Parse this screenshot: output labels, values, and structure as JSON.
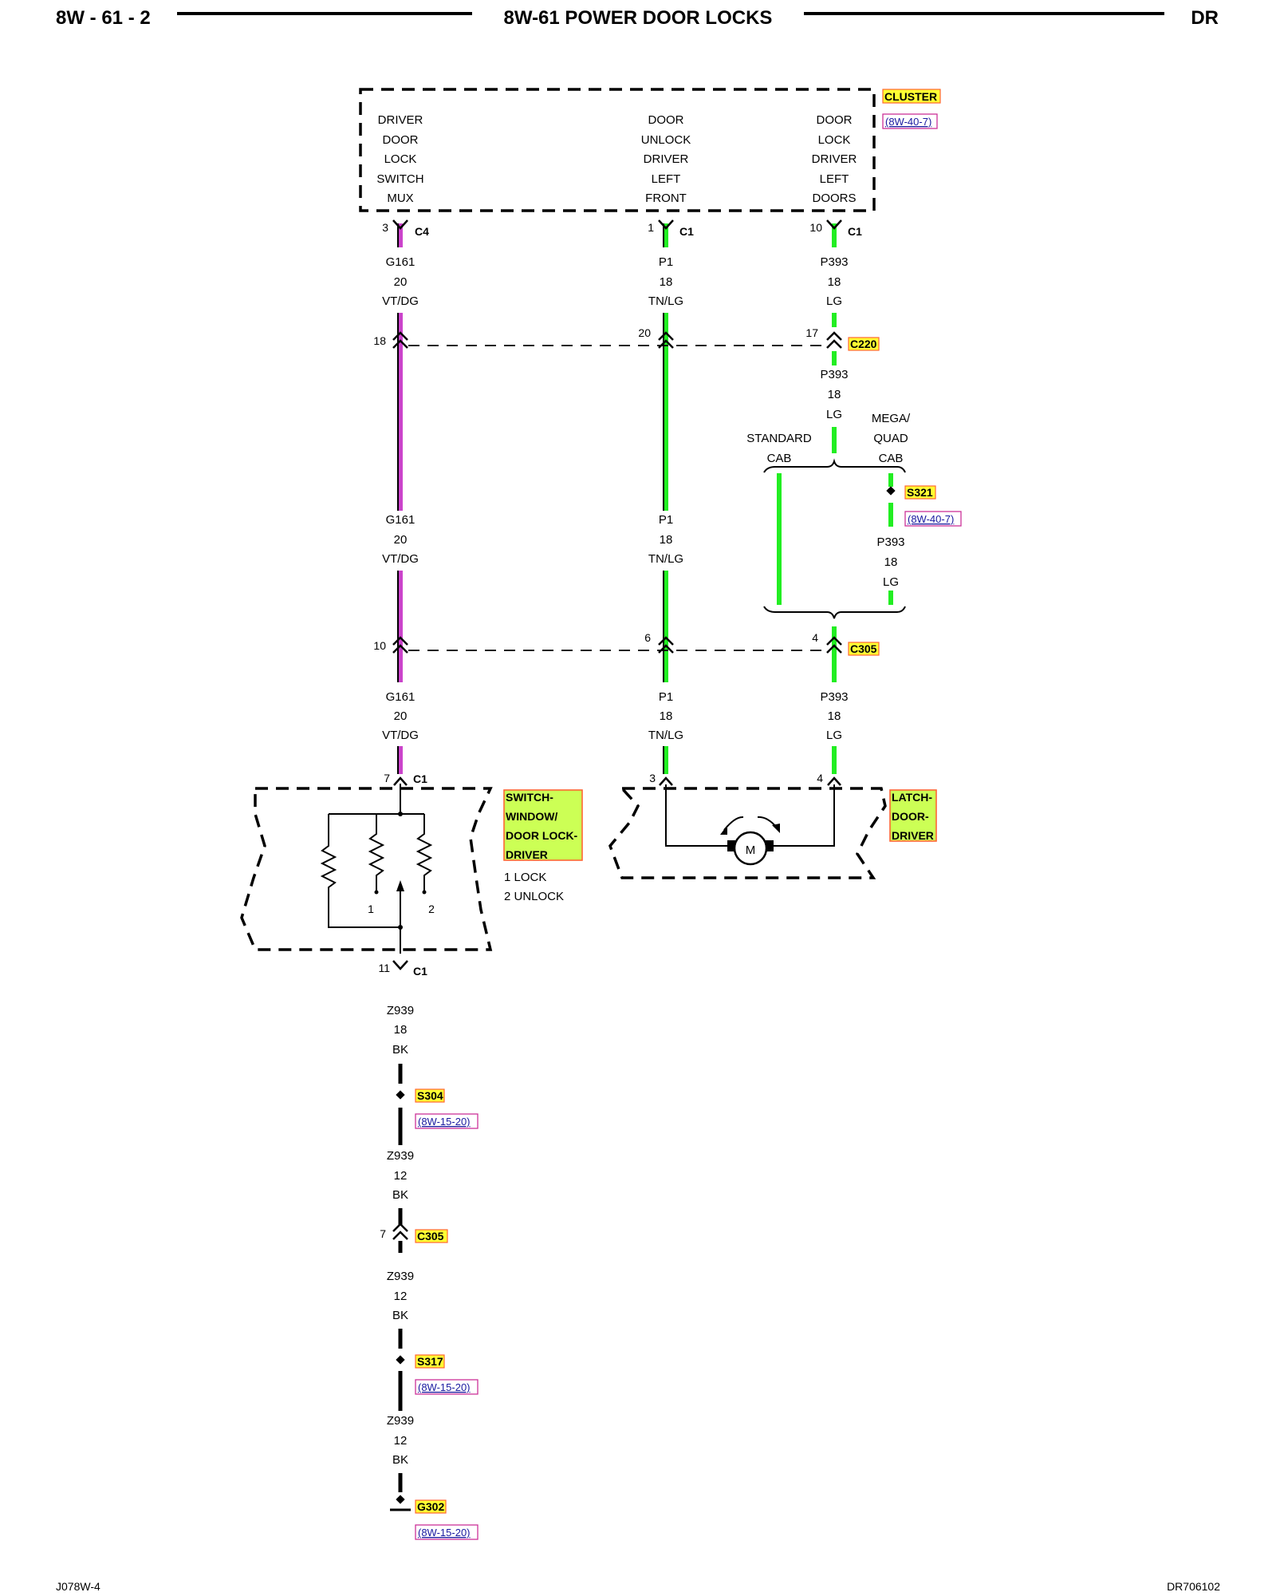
{
  "header": {
    "page_id": "8W - 61 - 2",
    "title": "8W-61 POWER DOOR LOCKS",
    "model": "DR"
  },
  "footer": {
    "left_code": "J078W-4",
    "right_code": "DR706102"
  },
  "cluster": {
    "name": "CLUSTER",
    "ref": "(8W-40-7)",
    "functions": [
      [
        "DRIVER",
        "DOOR",
        "LOCK",
        "SWITCH",
        "MUX"
      ],
      [
        "DOOR",
        "UNLOCK",
        "DRIVER",
        "LEFT",
        "FRONT"
      ],
      [
        "DOOR",
        "LOCK",
        "DRIVER",
        "LEFT",
        "DOORS"
      ]
    ]
  },
  "pins": {
    "cluster_c4": "3",
    "cluster_c1a": "1",
    "cluster_c1b": "10",
    "c220_a": "18",
    "c220_b": "20",
    "c220_c": "17",
    "c305_a": "10",
    "c305_b": "6",
    "c305_c": "4",
    "switch_in": "7",
    "latch_a": "3",
    "latch_b": "4",
    "switch_out": "11",
    "c305_ground": "7",
    "switch_pos1": "1",
    "switch_pos2": "2"
  },
  "connectors": {
    "c4": "C4",
    "c1": "C1",
    "c220": "C220",
    "c305": "C305",
    "s321": "S321",
    "s304": "S304",
    "s317": "S317",
    "g302": "G302"
  },
  "refs": {
    "s321": "(8W-40-7)",
    "s304": "(8W-15-20)",
    "s317": "(8W-15-20)",
    "g302": "(8W-15-20)"
  },
  "wires": {
    "g161": {
      "circuit": "G161",
      "gauge": "20",
      "color": "VT/DG"
    },
    "p1": {
      "circuit": "P1",
      "gauge": "18",
      "color": "TN/LG"
    },
    "p393": {
      "circuit": "P393",
      "gauge": "18",
      "color": "LG"
    },
    "z939_18": {
      "circuit": "Z939",
      "gauge": "18",
      "color": "BK"
    },
    "z939_12": {
      "circuit": "Z939",
      "gauge": "12",
      "color": "BK"
    }
  },
  "variants": {
    "standard": [
      "STANDARD",
      "CAB"
    ],
    "mega": [
      "MEGA/",
      "QUAD",
      "CAB"
    ]
  },
  "switch": {
    "name": [
      "SWITCH-",
      "WINDOW/",
      "DOOR LOCK-",
      "DRIVER"
    ],
    "positions": [
      "1 LOCK",
      "2 UNLOCK"
    ]
  },
  "latch": {
    "name": [
      "LATCH-",
      "DOOR-",
      "DRIVER"
    ],
    "motor": "M"
  },
  "colors": {
    "violet_wire": "#cc44cc",
    "green_wire": "#22ee22",
    "black_wire": "#000000",
    "connector_highlight": "#ffff33",
    "component_highlight": "#ccff55"
  }
}
